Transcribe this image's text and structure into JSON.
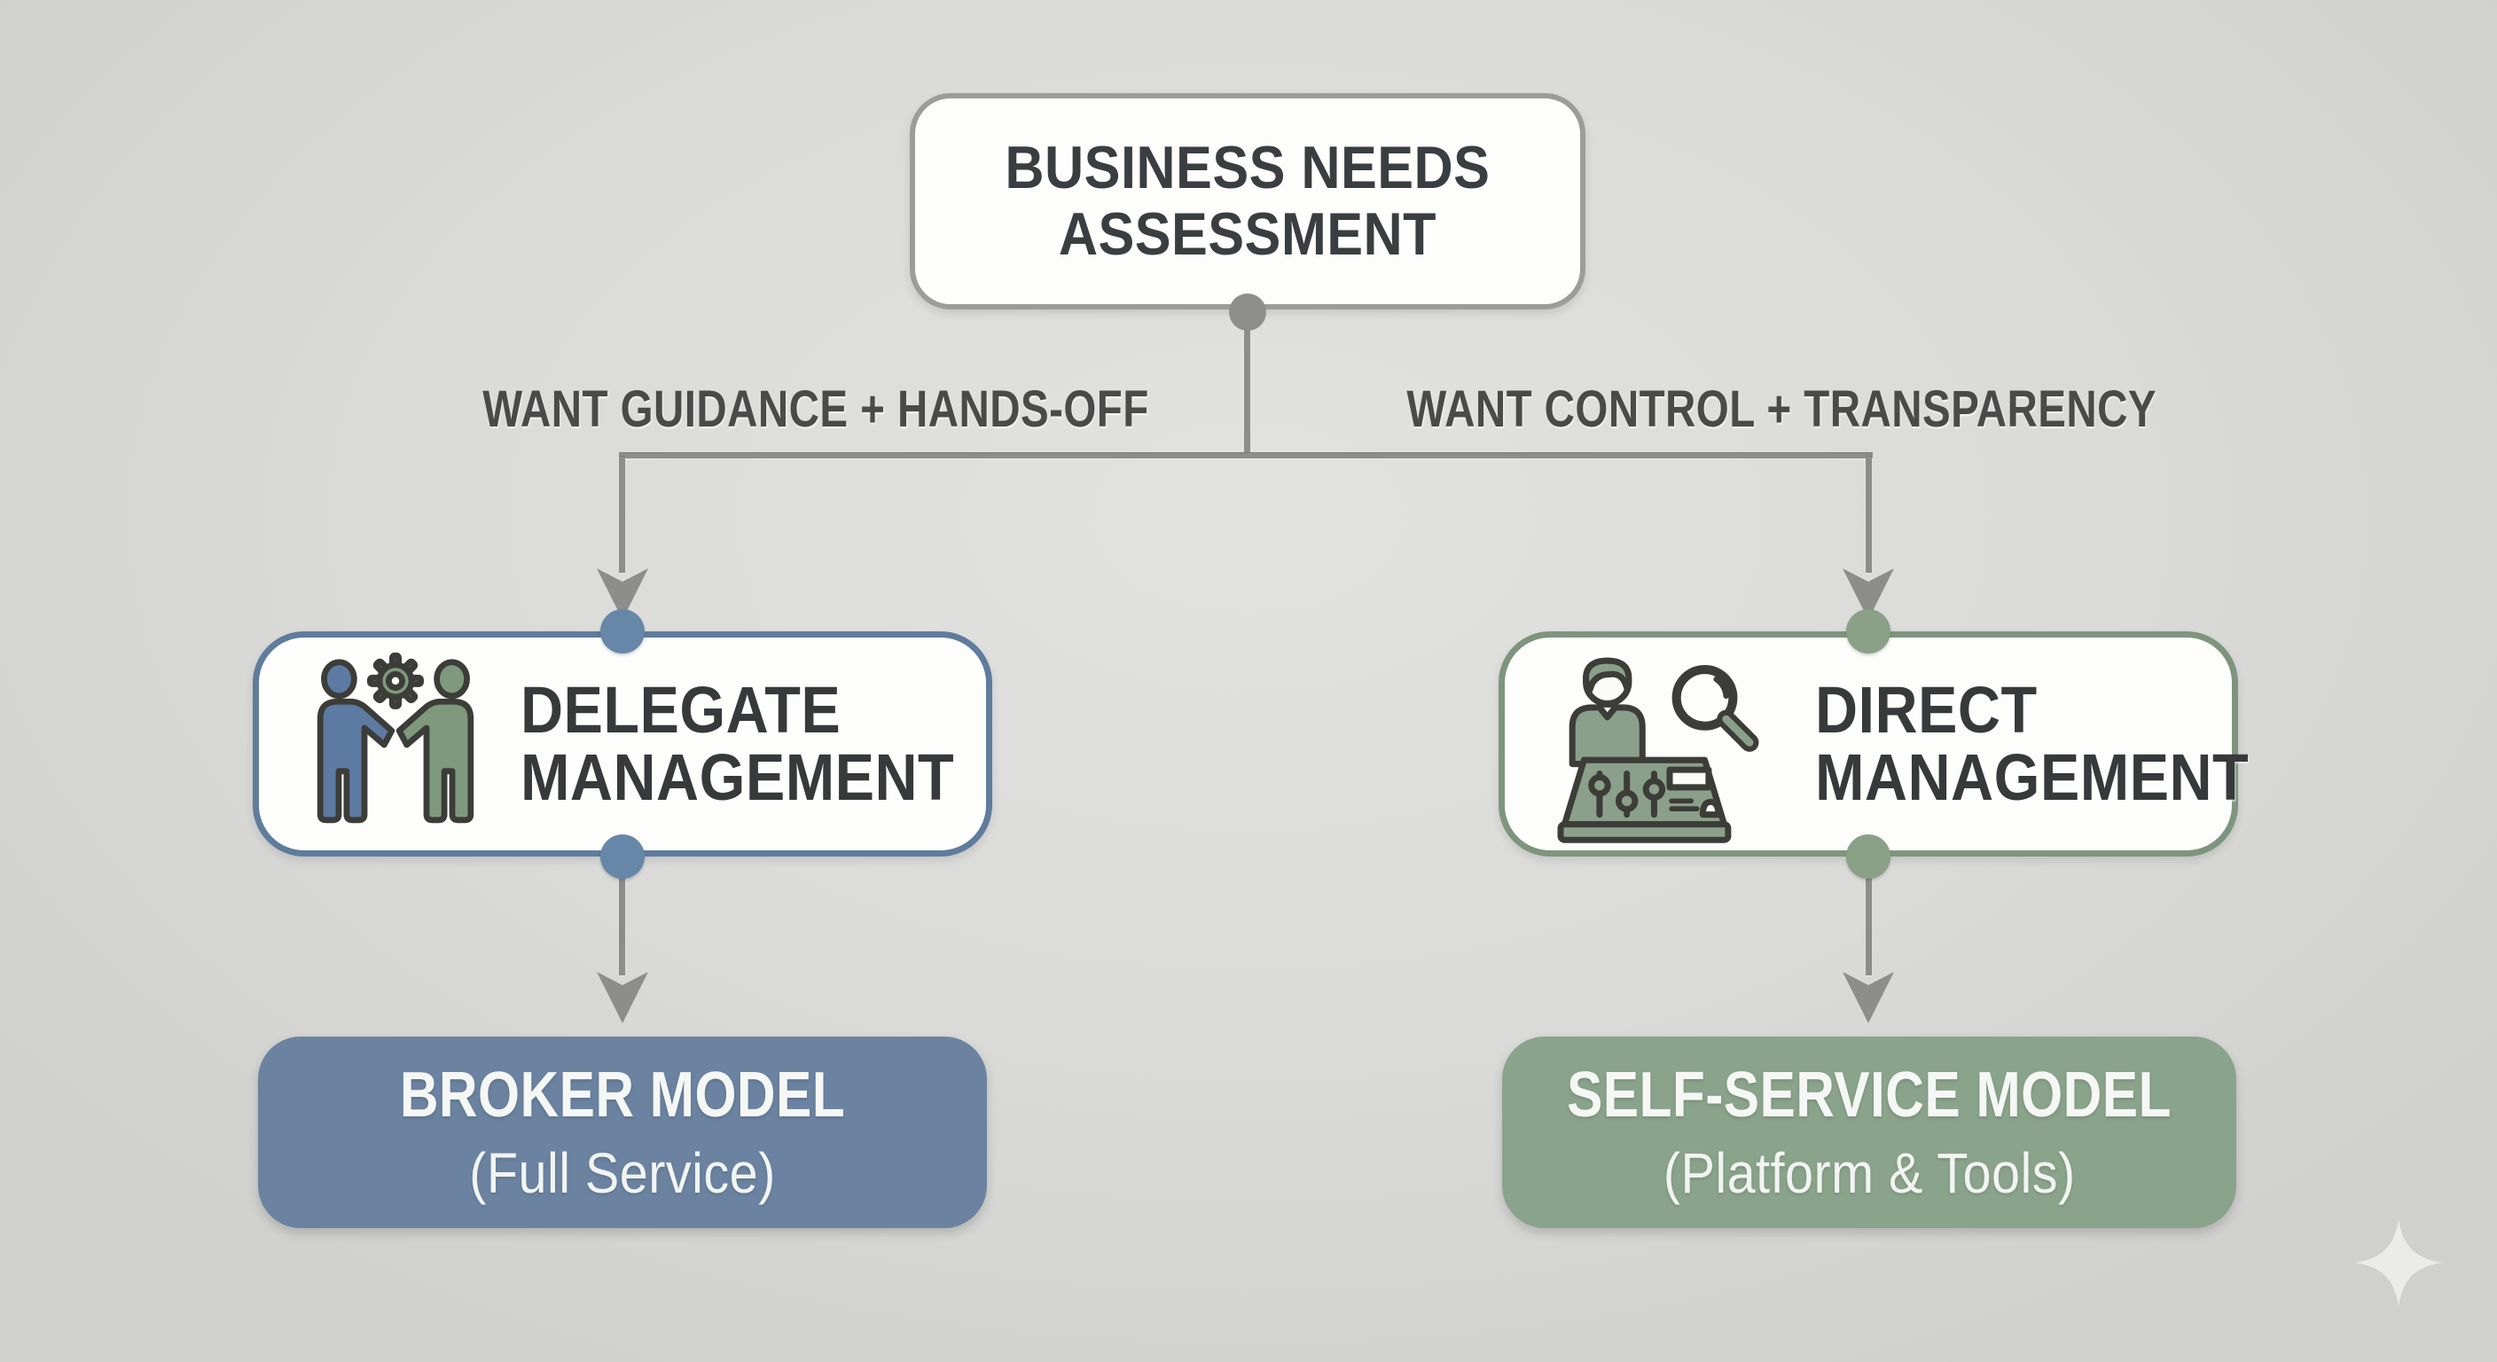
{
  "diagram": {
    "root_node": {
      "line1": "BUSINESS NEEDS",
      "line2": "ASSESSMENT"
    },
    "branch_labels": {
      "left": "WANT GUIDANCE + HANDS-OFF",
      "right": "WANT CONTROL + TRANSPARENCY"
    },
    "mid_nodes": {
      "delegate": {
        "line1": "DELEGATE",
        "line2": "MANAGEMENT",
        "icon": "handshake-gear-icon"
      },
      "direct": {
        "line1": "DIRECT",
        "line2": "MANAGEMENT",
        "icon": "person-control-panel-magnifier-icon"
      }
    },
    "leaf_nodes": {
      "broker": {
        "title": "BROKER MODEL",
        "subtitle": "(Full Service)"
      },
      "self_service": {
        "title": "SELF-SERVICE MODEL",
        "subtitle": "(Platform & Tools)"
      }
    },
    "colors": {
      "background": "#dadad8",
      "connector_gray": "#8d8d8b",
      "top_node_border": "#9c9c9a",
      "delegate_border_blue": "#5f7c9d",
      "delegate_dot_blue": "#6787a9",
      "direct_border_green": "#7e957d",
      "direct_dot_green": "#8aa087",
      "broker_fill_blue": "#6b83a1",
      "self_service_fill_green": "#8aa38b",
      "heading_text": "#3b3e40",
      "label_text": "#4a4a4a",
      "leaf_text": "#f5f7f5",
      "sparkle": "#ebebe9"
    },
    "decor": {
      "sparkle": "sparkle-icon"
    }
  }
}
